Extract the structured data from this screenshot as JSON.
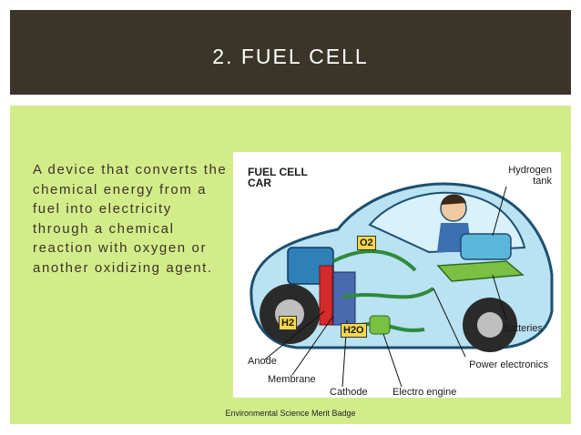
{
  "slide": {
    "title": "2. FUEL CELL",
    "body": "A device that converts the chemical energy from a fuel into electricity through a chemical reaction with oxygen or another oxidizing agent.",
    "footer": "Environmental Science Merit Badge"
  },
  "figure": {
    "heading_line1": "FUEL CELL",
    "heading_line2": "CAR",
    "labels": {
      "hydrogen": "Hydrogen",
      "tank": "tank",
      "batteries": "Batteries",
      "power_electronics": "Power electronics",
      "anode": "Anode",
      "membrane": "Membrane",
      "cathode": "Cathode",
      "electro_engine": "Electro engine",
      "o2": "O2",
      "h2": "H2",
      "h2o": "H2O"
    },
    "colors": {
      "car_body": "#9fd3ea",
      "car_outline": "#1c4f70",
      "membrane_red": "#d42a2a",
      "wire_green": "#2f8a3a",
      "label_yellow": "#f7d84a"
    }
  }
}
